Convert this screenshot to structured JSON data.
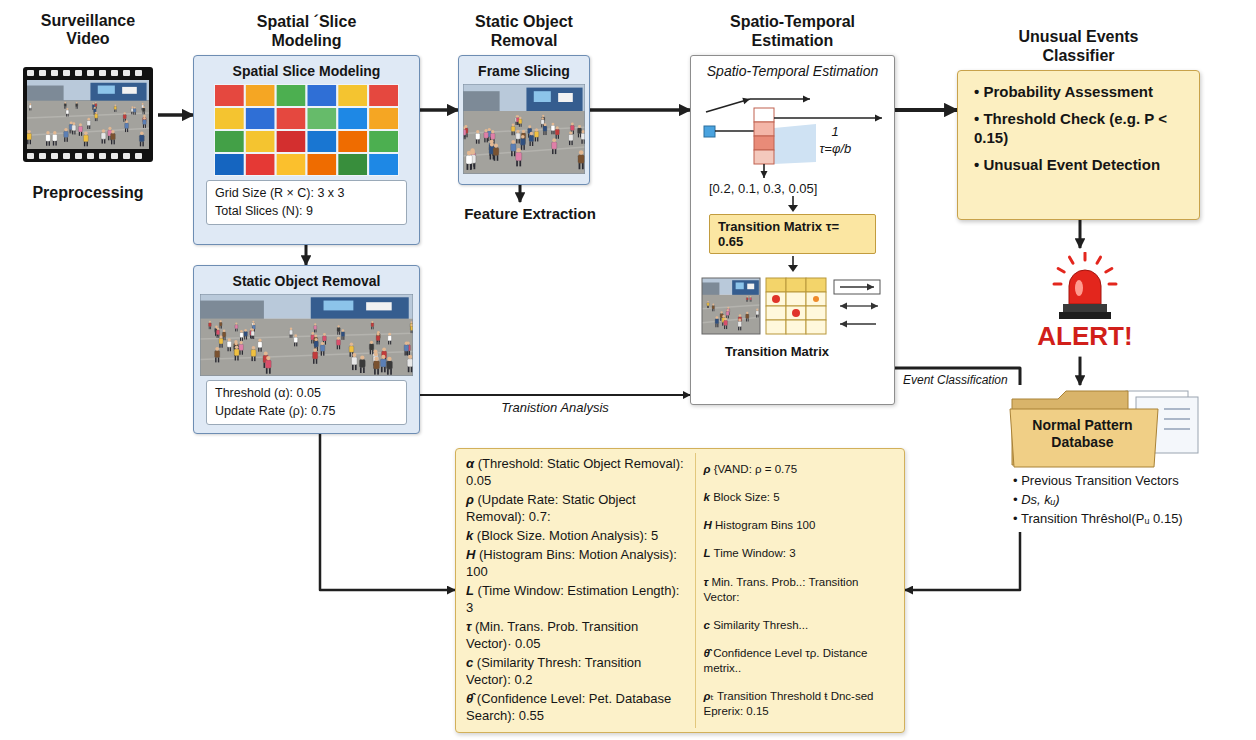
{
  "diagram": {
    "nodes": [
      {
        "text": [
          "Surveillance Video",
          "Preprocessing"
        ]
      },
      {
        "text": [
          "Spatial ´Slice Modeling",
          "Spatial Slice Modeling"
        ]
      },
      {
        "text": [
          "Grid Size (R × C): 3 x 3",
          "Total Slices (N): 9"
        ],
        "in": 1
      },
      {
        "text": [
          "Static Object Removal",
          "Frame Slicing"
        ]
      },
      {
        "text": [
          "Spatio-Temporal Estimation",
          "Spatio-Temporal Estimation",
          "1",
          "τ=φ/b",
          "[0.2, 0.1, 0.3, 0.05]",
          "Transition Matrix"
        ]
      },
      {
        "text": [
          "Transition Matrix τ= 0.65"
        ],
        "in": 4
      },
      {
        "text": [
          "Unusual Events Classifier",
          "• Probability Assessment",
          "• Threshold Check (e.g. P < 0.15)",
          "• Unusual Event Detection"
        ]
      },
      {
        "text": [
          "Static Object Removal"
        ]
      },
      {
        "text": [
          "Threshold (α): 0.05",
          "Update Rate (ρ): 0.75"
        ],
        "in": 7
      },
      {
        "text": [
          "ALERT!"
        ]
      },
      {
        "text": [
          "Normal Pattern Database",
          "• Previous Transition Vectors",
          "• Ds, kᵤ)",
          "• Transition Thrêshol(Pᵤ 0.15)"
        ]
      },
      {
        "text": [
          "α (Threshold: Static Object Removal): 0.05",
          "ρ (Update Rate: Static Object Removal): 0.7:",
          "k (Block Size. Motion Analysis): 5",
          "H (Histogram Bins: Motion Analysis): 100",
          "L (Time Window: Estimation Length): 3",
          "τ (Min. Trans. Prob. Transition Vector)· 0.05",
          "c (Similarity Thresh: Transition Vector): 0.2",
          "θ̂ (Confidence Level: Pet. Database Search): 0.55",
          "ρ {VAND: ρ = 0.75",
          "k Block Size: 5",
          "H Histogram Bins 100",
          "L Time Window: 3",
          "τ Min. Trans. Prob..: Transition Vector:",
          "c Similarity Thresh...",
          "θ̂ Confidence Level τρ. Distance metrix..",
          "ρₜ Transition Threshold ŧ Dnc-sed Eprerix: 0.15"
        ]
      }
    ],
    "edges": [
      {
        "from": 0,
        "to": 1,
        "arrow": "to"
      },
      {
        "from": 1,
        "to": 3,
        "arrow": "to"
      },
      {
        "from": 3,
        "to": 4,
        "arrow": "to"
      },
      {
        "from": 4,
        "to": 6,
        "arrow": "to"
      },
      {
        "from": 1,
        "to": 7,
        "arrow": "to"
      },
      {
        "from": 7,
        "to": 4,
        "label": "Tranistion Analysis",
        "arrow": "to"
      },
      {
        "from": 7,
        "to": 11,
        "arrow": "to"
      },
      {
        "from": 4,
        "to": 10,
        "label": "Event Classification",
        "arrow": "none"
      },
      {
        "from": 6,
        "to": 9,
        "arrow": "to"
      },
      {
        "from": 9,
        "to": 10,
        "arrow": "to"
      },
      {
        "from": 10,
        "to": 11,
        "arrow": "to"
      }
    ],
    "labels": [
      "Feature Extraction"
    ]
  }
}
